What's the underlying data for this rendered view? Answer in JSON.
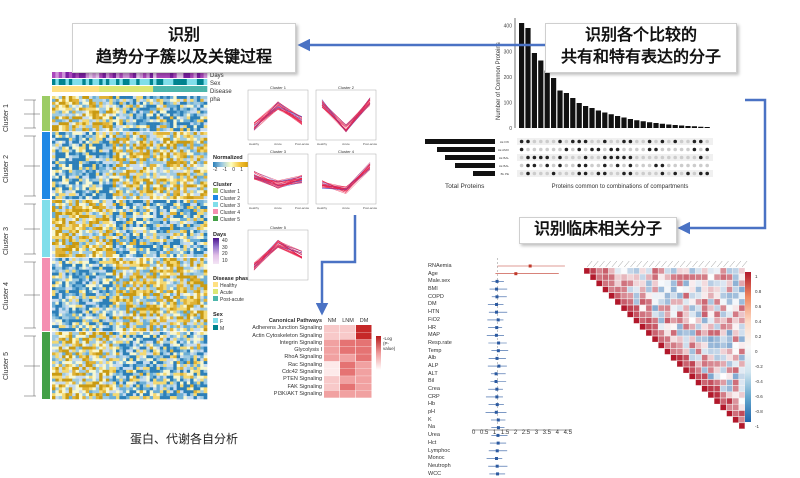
{
  "callouts": {
    "trend_title_line1": "识别",
    "trend_title_line2": "趋势分子簇以及关键过程",
    "shared_line1": "识别各个比较的",
    "shared_line2": "共有和特有表达的分子",
    "clinical": "识别临床相关分子"
  },
  "caption": "蛋白、代谢各自分析",
  "heatmap": {
    "annotation_labels": [
      "Days",
      "Sex",
      "Disease pha"
    ],
    "clusters": [
      "Cluster 1",
      "Cluster 2",
      "Cluster 3",
      "Cluster 4",
      "Cluster 5"
    ],
    "cluster_colors": [
      "#9ccc65",
      "#1e88e5",
      "#80deea",
      "#f48fb1",
      "#43a047"
    ],
    "legend": {
      "normalized_title": "Normalized",
      "normalized_ticks": [
        "-2",
        "-1",
        "0",
        "1",
        "2"
      ],
      "cluster_title": "Cluster",
      "days_title": "Days",
      "days_ticks": [
        "40",
        "30",
        "20",
        "10"
      ],
      "phase_title": "Disease phase",
      "phase_items": [
        "Healthy",
        "Acute",
        "Post-acute"
      ],
      "sex_title": "Sex",
      "sex_items": [
        "F",
        "M"
      ]
    }
  },
  "trend_plots": {
    "titles": [
      "Cluster 1",
      "Cluster 2",
      "Cluster 3",
      "Cluster 4",
      "Cluster 5"
    ],
    "x_ticks": [
      "Healthy",
      "Acute",
      "Post-acute"
    ]
  },
  "pathways": {
    "header": "Canonical Pathways",
    "columns": [
      "NM",
      "LNM",
      "DM"
    ],
    "rows": [
      "Adherens Junction Signaling",
      "Actin Cytoskeleton Signaling",
      "Integrin Signaling",
      "Glycolysis I",
      "RhoA Signaling",
      "Rac Signaling",
      "Cdc42 Signaling",
      "PTEN Signaling",
      "FAK Signaling",
      "PI3K/AKT Signaling"
    ],
    "legend_label": "-Log (P-value)"
  },
  "upset": {
    "y_label": "Number of Common Proteins",
    "x_label": "Proteins common to combinations of compartments",
    "set_label": "Total Proteins",
    "y_ticks": [
      "0",
      "100",
      "200",
      "300",
      "400"
    ],
    "sets": [
      "LE FW",
      "LE AMO",
      "LE BAL",
      "LE BAL",
      "BL PE"
    ]
  },
  "forest": {
    "rows": [
      "RNAemia",
      "Age",
      "Male.sex",
      "BMI",
      "COPD",
      "DM",
      "HTN",
      "FiO2",
      "HR",
      "MAP",
      "Resp.rate",
      "Temp",
      "Alb",
      "ALP",
      "ALT",
      "Bil",
      "Crea",
      "CRP",
      "Hb",
      "pH",
      "K",
      "Na",
      "Urea",
      "Hct",
      "Lymphoc",
      "Monoc",
      "Neutroph",
      "WCC"
    ],
    "x_ticks": [
      "0",
      "0.5",
      "1",
      "1.5",
      "2",
      "2.5",
      "3",
      "3.5",
      "4",
      "4.5"
    ]
  },
  "corr": {
    "scale_ticks": [
      "1",
      "0.8",
      "0.6",
      "0.4",
      "0.2",
      "0",
      "-0.2",
      "-0.4",
      "-0.6",
      "-0.8",
      "-1"
    ]
  },
  "colors": {
    "arrow": "#4a72c4",
    "trend_line": "#e8204a",
    "trend_blue": "#3a4fcf"
  }
}
